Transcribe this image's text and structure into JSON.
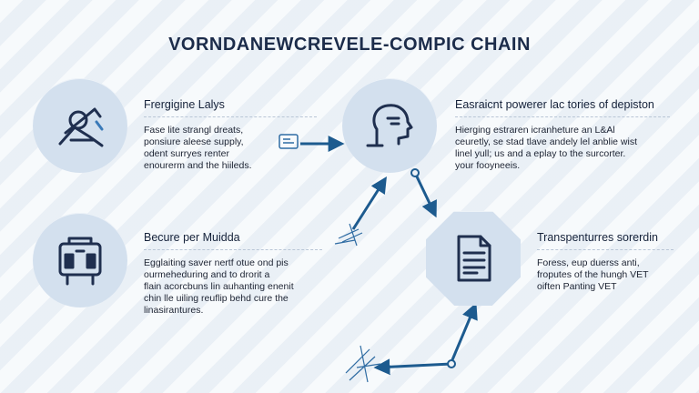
{
  "title": "VORNDANEWCREVELE-COMPIC CHAIN",
  "colors": {
    "background": "#eef3f8",
    "node_fill": "#d3e0ee",
    "icon_stroke": "#1f2f4f",
    "arrow": "#1d5b8f"
  },
  "blocks": [
    {
      "icon": "wrench-hand-icon",
      "heading": "Frergigine Lalys",
      "lines": [
        "Fase lite strangl dreats,",
        "ponsiure aleese supply,",
        "odent surryes renter",
        "enourerm and the hiileds."
      ]
    },
    {
      "icon": "head-profile-icon",
      "heading": "Easraicnt powerer lac tories of depiston",
      "lines": [
        "Hierging estraren icranheture an L&Al",
        "ceuretly, se stad tlave andely lel anblie wist",
        "linel yull; us and a eplay to the surcorter.",
        "your fooyneeis."
      ]
    },
    {
      "icon": "server-rack-icon",
      "heading": "Becure per Muidda",
      "lines": [
        "Egglaiting saver nertf otue ond pis",
        "ourmeheduring and to drorit a",
        "flain acorcbuns lin auhanting enenit",
        "chin lle uiling reuflip behd cure the",
        "linasirantures."
      ]
    },
    {
      "icon": "document-icon",
      "heading": "Transpenturres sorerdin",
      "lines": [
        "Foress, eup duerss anti,",
        "froputes of the hungh VET",
        "oiften Panting VET"
      ]
    }
  ]
}
